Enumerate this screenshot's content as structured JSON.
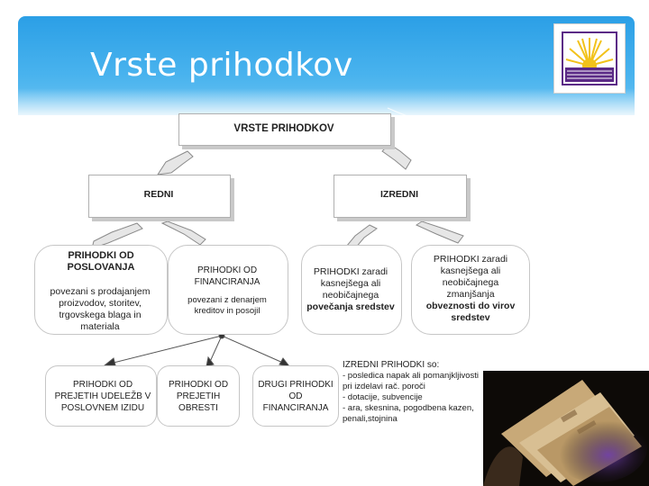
{
  "slide": {
    "title": "Vrste prihodkov"
  },
  "diagram": {
    "root": "VRSTE PRIHODKOV",
    "redni": "REDNI",
    "izredni": "IZREDNI",
    "poslovanja": {
      "title": [
        "PRIHODKI OD",
        "POSLOVANJA"
      ],
      "desc": [
        "povezani s prodajanjem",
        "proizvodov, storitev,",
        "trgovskega blaga in",
        "materiala"
      ]
    },
    "financiranja": {
      "title": [
        "PRIHODKI OD",
        "FINANCIRANJA"
      ],
      "desc": [
        "povezani z denarjem",
        "kreditov in posojil"
      ]
    },
    "izredni_sredstva": [
      "PRIHODKI zaradi",
      "kasnejšega ali",
      "neobičajnega",
      "povečanja sredstev"
    ],
    "izredni_obveznosti": [
      "PRIHODKI zaradi",
      "kasnejšega ali",
      "neobičajnega",
      "zmanjšanja",
      "obveznosti do virov",
      "sredstev"
    ],
    "udelezbe": [
      "PRIHODKI OD",
      "PREJETIH UDELEŽB V",
      "POSLOVNEM IZIDU"
    ],
    "obresti": [
      "PRIHODKI OD",
      "PREJETIH",
      "OBRESTI"
    ],
    "drugi": [
      "DRUGI PRIHODKI",
      "OD",
      "FINANCIRANJA"
    ],
    "note": {
      "heading": "IZREDNI PRIHODKI so:",
      "lines": [
        "- posledica napak ali pomanjkljivosti",
        "pri izdelavi rač. poroči",
        "- dotacije, subvencije",
        "- ara, skesnina, pogodbena kazen,",
        "penali,stojnina"
      ]
    }
  },
  "colors": {
    "banner": "#2b9fe6",
    "arrow_fill": "#e6e6e6",
    "arrow_stroke": "#8a8a8a",
    "logo_purple": "#5b2a86",
    "logo_yellow": "#f2c21b"
  },
  "icons": {
    "logo": "sun-emblem-icon",
    "photo": "euro-banknotes-photo"
  }
}
